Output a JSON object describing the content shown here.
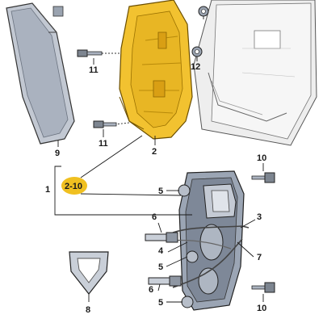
{
  "diagram": {
    "colors": {
      "highlight": "#f2c230",
      "highlight_dark": "#d49a12",
      "part_fill": "#c9cfd8",
      "part_dark": "#8f97a3",
      "line": "#1a1a1a",
      "callout_bg": "#f0c020"
    },
    "labels": {
      "l1": "1",
      "l2": "2",
      "l2_10": "2-10",
      "l3": "3",
      "l4": "4",
      "l5_top": "5",
      "l5_mid": "5",
      "l5_bot": "5",
      "l6_top": "6",
      "l6_bot": "6",
      "l7": "7",
      "l8": "8",
      "l9": "9",
      "l10_top": "10",
      "l10_bot": "10",
      "l11_top": "11",
      "l11_bot": "11",
      "l12": "12"
    }
  }
}
